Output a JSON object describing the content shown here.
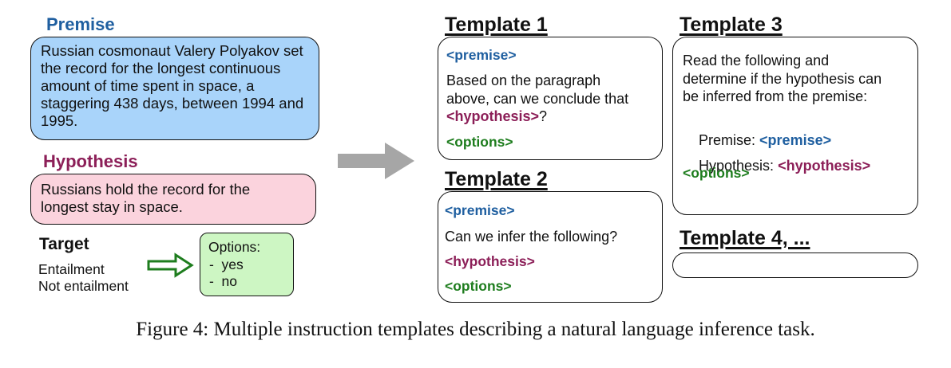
{
  "left": {
    "premise": {
      "title": "Premise",
      "text": "Russian cosmonaut Valery Polyakov set the record for the longest continuous amount of time spent in space, a staggering 438 days, between 1994 and 1995."
    },
    "hypothesis": {
      "title": "Hypothesis",
      "text": "Russians hold the record for the longest stay in space."
    },
    "target": {
      "title": "Target",
      "items": [
        "Entailment",
        "Not entailment"
      ]
    },
    "options": {
      "title": "Options:",
      "items": [
        "-  yes",
        "-  no"
      ]
    }
  },
  "templates": {
    "t1": {
      "title": "Template 1",
      "premise_tag": "<premise>",
      "text_lines": [
        "Based on the paragraph",
        "above, can we conclude that"
      ],
      "hypothesis_tag": "<hypothesis>",
      "suffix": "?",
      "options_tag": "<options>"
    },
    "t2": {
      "title": "Template 2",
      "premise_tag": "<premise>",
      "text": "Can we infer the following?",
      "hypothesis_tag": "<hypothesis>",
      "options_tag": "<options>"
    },
    "t3": {
      "title": "Template 3",
      "text_lines": [
        "Read the following and",
        "determine if the hypothesis can",
        "be inferred from the premise:"
      ],
      "premise_label": "Premise: ",
      "premise_tag": "<premise>",
      "hypothesis_label": "Hypothesis: ",
      "hypothesis_tag": "<hypothesis>",
      "options_tag": "<options>"
    },
    "t4": {
      "title": "Template 4, ..."
    }
  },
  "caption": "Figure 4: Multiple instruction templates describing a natural language inference task.",
  "colors": {
    "premise_fill": "#a9d4fa",
    "hypothesis_fill": "#fbd3dd",
    "options_fill": "#cdf6c3",
    "premise_color": "#1f5fa0",
    "hypothesis_color": "#8c1f58",
    "options_color": "#1e7d1e",
    "arrow_gray": "#a6a6a6",
    "arrow_green": "#1e7d1e"
  }
}
